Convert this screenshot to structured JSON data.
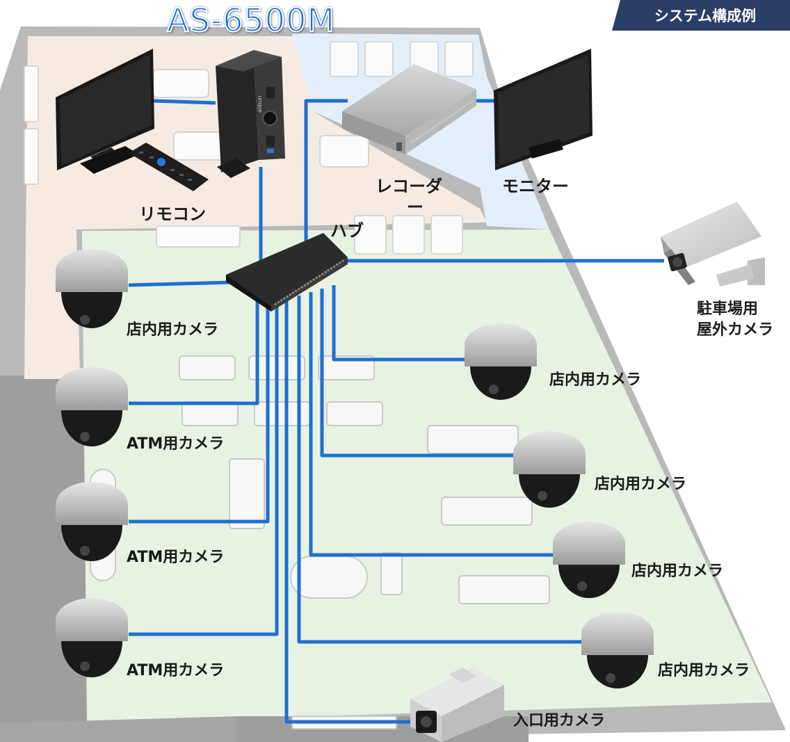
{
  "title": "AS-6500M",
  "tag": "システム構成例",
  "labels": {
    "remote": "リモコン",
    "recorder_1": "レコーダ",
    "recorder_2": "ー",
    "monitor": "モニター",
    "hub": "ハブ",
    "parking_1": "駐車場用",
    "parking_2": "屋外カメラ",
    "store_cam_left": "店内用カメラ",
    "atm_cam_1": "ATM用カメラ",
    "atm_cam_2": "ATM用カメラ",
    "atm_cam_3": "ATM用カメラ",
    "store_cam_r1": "店内用カメラ",
    "store_cam_r2": "店内用カメラ",
    "store_cam_r3": "店内用カメラ",
    "store_cam_r4": "店内用カメラ",
    "entrance_cam": "入口用カメラ",
    "pc_brand": "aiibun"
  },
  "colors": {
    "cable": "#1e6fd0",
    "floor_orange": "#f6ece4",
    "floor_blue": "#e4eef8",
    "floor_green": "#e9f2e4",
    "wall": "#a9a9a9",
    "title_blue": "#1d6fd6",
    "tag_bg": "#2a3f66"
  }
}
